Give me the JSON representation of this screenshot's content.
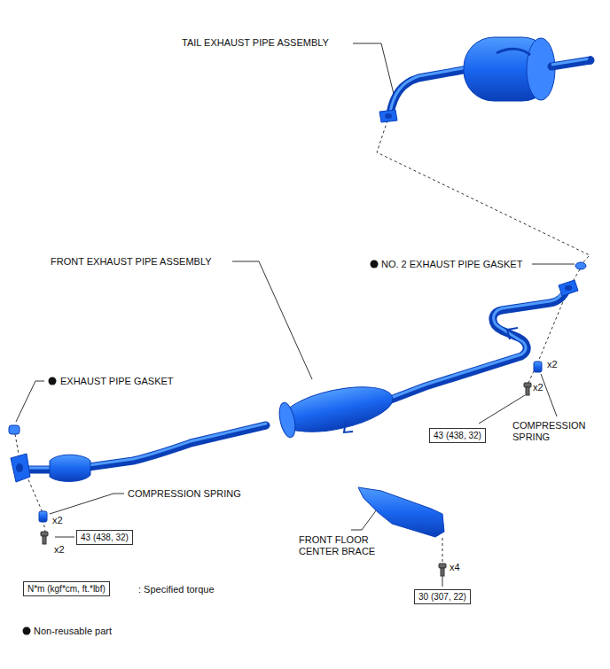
{
  "diagram": {
    "nodes": [
      {
        "text": [
          "43 (438, 32)"
        ]
      },
      {
        "text": [
          "43 (438, 32)"
        ]
      },
      {
        "text": [
          "N*m (kgf*cm, ft.*lbf)"
        ]
      },
      {
        "text": [
          "30 (307, 22)"
        ]
      }
    ],
    "labels": [
      "TAIL EXHAUST PIPE ASSEMBLY",
      "FRONT EXHAUST PIPE ASSEMBLY",
      "NO. 2 EXHAUST PIPE GASKET",
      "EXHAUST PIPE GASKET",
      "x2",
      "x2",
      "COMPRESSION SPRING",
      "COMPRESSION SPRING",
      "x2",
      "x2",
      "FRONT FLOOR CENTER BRACE",
      "x4",
      ": Specified torque"
    ],
    "legend": [
      {
        "text": "Non-reusable part"
      }
    ]
  }
}
